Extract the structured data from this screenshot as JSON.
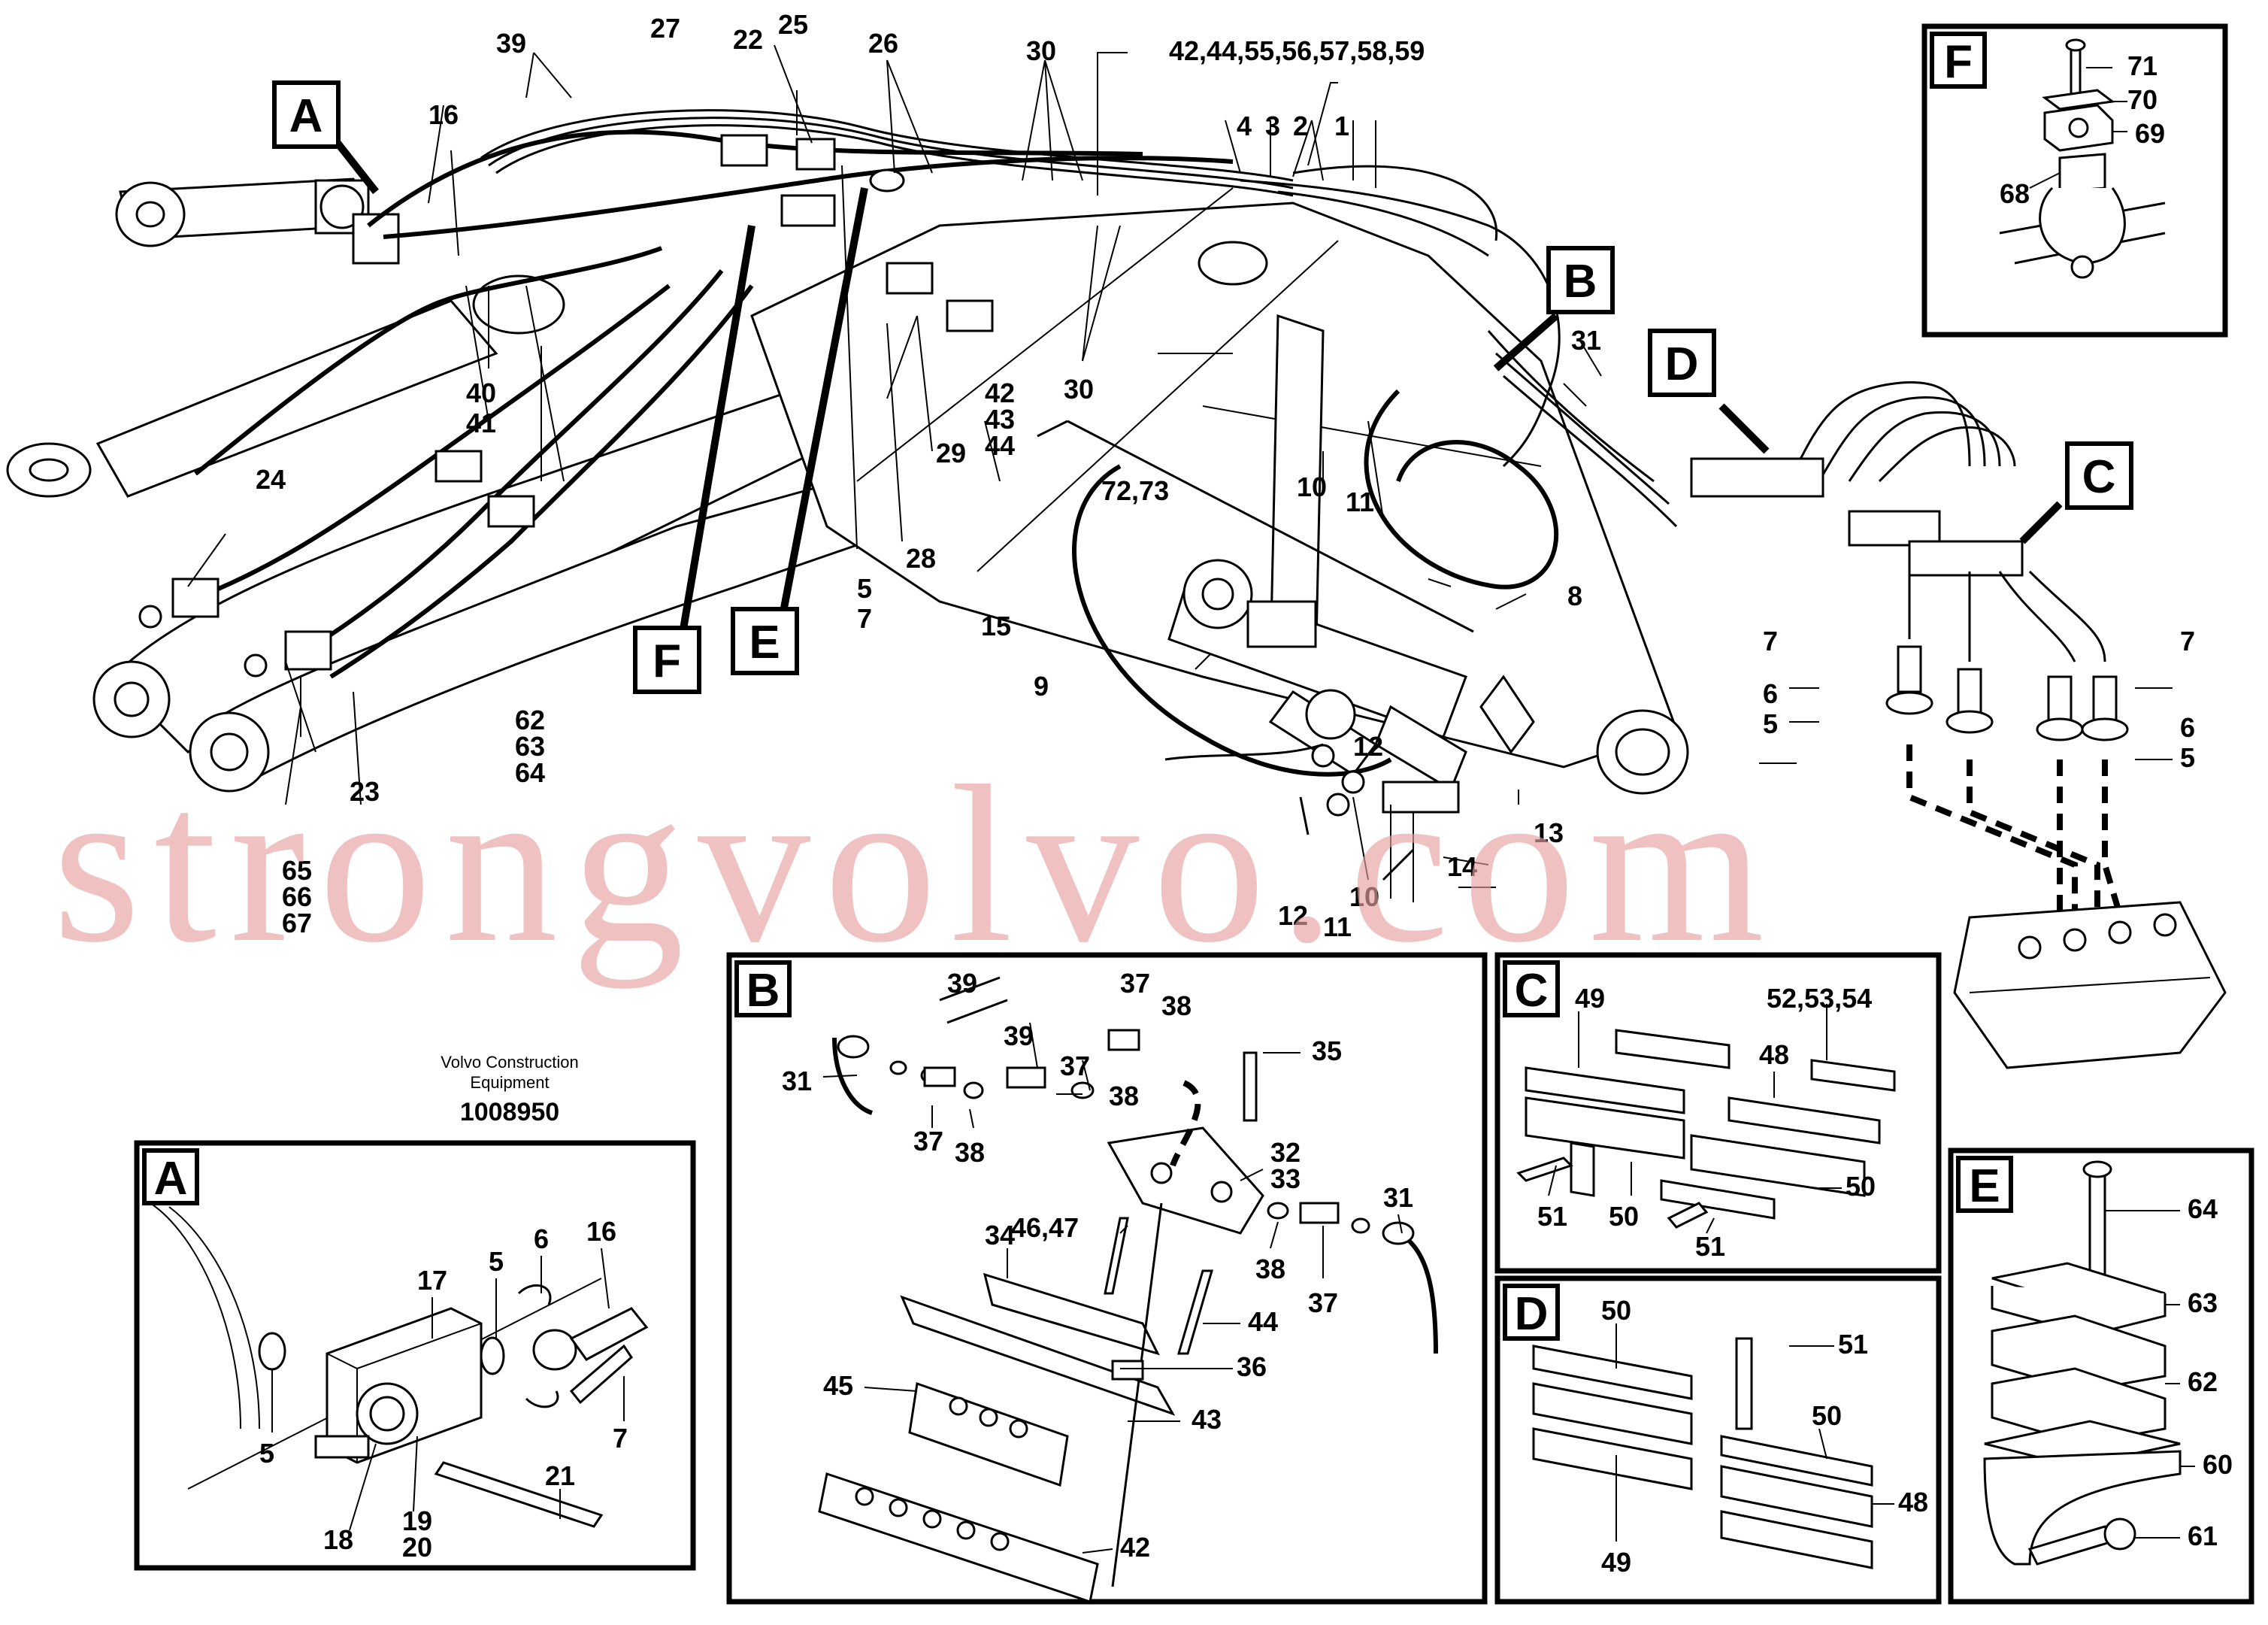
{
  "publisher": {
    "line1": "Volvo Construction",
    "line2": "Equipment",
    "drawing_number": "1008950"
  },
  "watermark": "strongvolvo.com",
  "callout_tags": [
    "A",
    "B",
    "C",
    "D",
    "E",
    "F"
  ],
  "main_labels": {
    "l1": "1",
    "l2": "2",
    "l3": "3",
    "l4": "4",
    "l5a": "5",
    "l7a": "7",
    "l8": "8",
    "l9": "9",
    "l10a": "10",
    "l10b": "10",
    "l11a": "11",
    "l11b": "11",
    "l12a": "12",
    "l12b": "12",
    "l13": "13",
    "l14": "14",
    "l15": "15",
    "l16": "16",
    "l22": "22",
    "l23": "23",
    "l24": "24",
    "l25": "25",
    "l26": "26",
    "l27": "27",
    "l28": "28",
    "l29": "29",
    "l30a": "30",
    "l30b": "30",
    "l31": "31",
    "l39": "39",
    "l40": "40",
    "l41": "41",
    "l42": "42",
    "l43": "43",
    "l44": "44",
    "l42grp": "42,44,55,56,57,58,59",
    "l62": "62",
    "l63": "63",
    "l64": "64",
    "l65": "65",
    "l66": "66",
    "l67": "67",
    "l7273": "72,73",
    "l7b": "7",
    "l7c": "7",
    "l6b": "6",
    "l6c": "6",
    "l5b": "5",
    "l5c": "5"
  },
  "detail_A": {
    "tag": "A",
    "labels": [
      "5",
      "6",
      "16",
      "17",
      "5",
      "7",
      "21",
      "18",
      "19",
      "20"
    ]
  },
  "detail_B": {
    "tag": "B",
    "labels": [
      "39",
      "37",
      "38",
      "39",
      "31",
      "37",
      "37",
      "38",
      "38",
      "35",
      "32",
      "33",
      "34",
      "46,47",
      "31",
      "38",
      "37",
      "44",
      "36",
      "45",
      "43",
      "42"
    ]
  },
  "detail_C": {
    "tag": "C",
    "labels": [
      "49",
      "52,53,54",
      "48",
      "51",
      "50",
      "50",
      "51"
    ]
  },
  "detail_D": {
    "tag": "D",
    "labels": [
      "50",
      "51",
      "50",
      "48",
      "49"
    ]
  },
  "detail_E": {
    "tag": "E",
    "labels": [
      "64",
      "63",
      "62",
      "60",
      "61"
    ]
  },
  "detail_F": {
    "tag": "F",
    "labels": [
      "71",
      "70",
      "69",
      "68"
    ]
  }
}
